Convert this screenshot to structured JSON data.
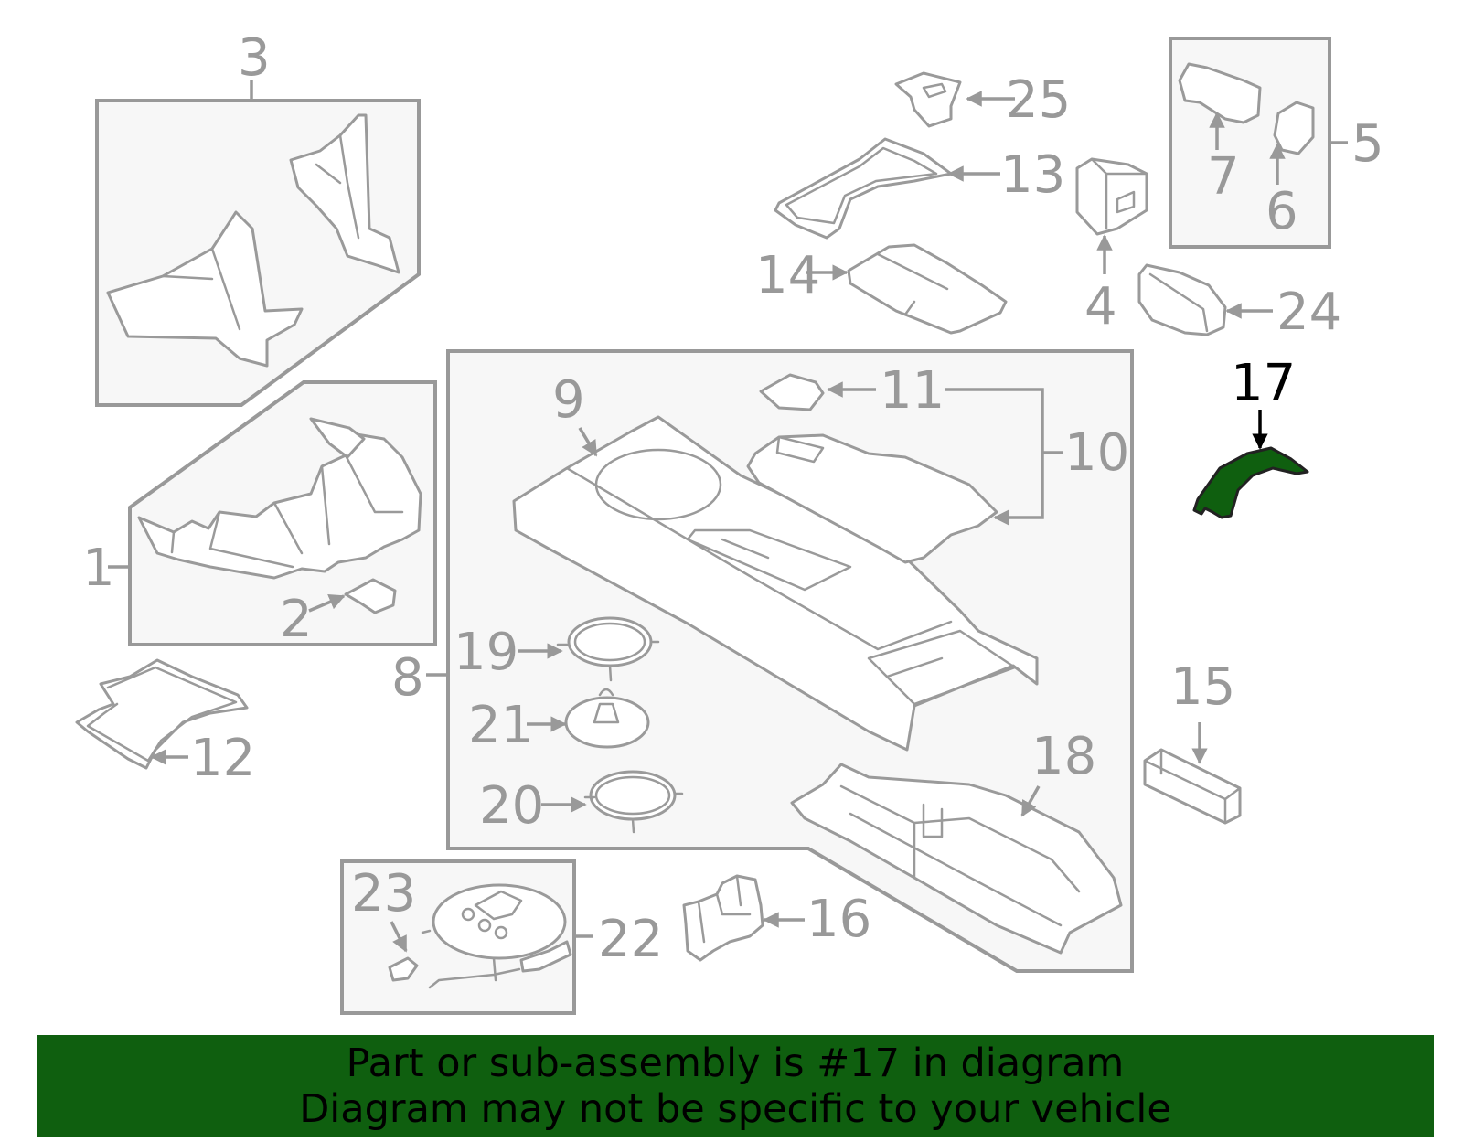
{
  "callouts": {
    "c1": "1",
    "c2": "2",
    "c3": "3",
    "c4": "4",
    "c5": "5",
    "c6": "6",
    "c7": "7",
    "c8": "8",
    "c9": "9",
    "c10": "10",
    "c11": "11",
    "c12": "12",
    "c13": "13",
    "c14": "14",
    "c15": "15",
    "c16": "16",
    "c17": "17",
    "c18": "18",
    "c19": "19",
    "c20": "20",
    "c21": "21",
    "c22": "22",
    "c23": "23",
    "c24": "24",
    "c25": "25"
  },
  "highlighted_part": "17",
  "colors": {
    "highlight": "#0f5f0f",
    "parts": "#9a9a9a",
    "box_fill": "#f7f7f7",
    "banner": "#0f5f0f"
  },
  "banner": {
    "line1": "Part or sub-assembly is #17 in diagram",
    "line2": "Diagram may not be specific to your vehicle"
  }
}
